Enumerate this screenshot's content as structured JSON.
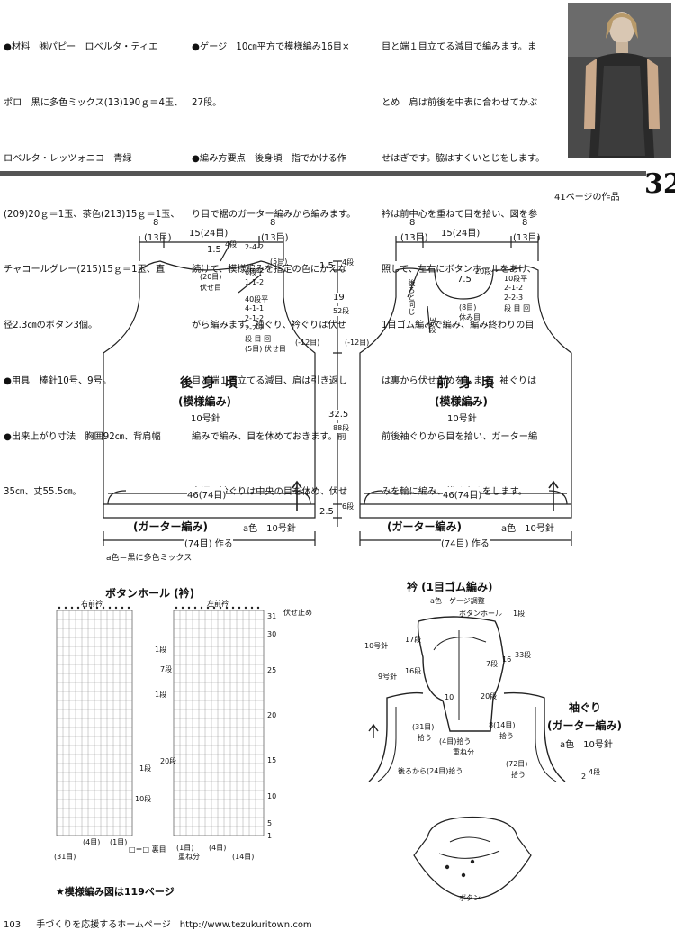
{
  "intro": {
    "col1": [
      "●材料　㈱パピー　ロベルタ・ティエ",
      "ポロ　黒に多色ミックス(13)190ｇ＝4玉、",
      "ロベルタ・レッツォニコ　青緑",
      "(209)20ｇ＝1玉、茶色(213)15ｇ＝1玉、",
      "チャコールグレー(215)15ｇ＝1玉、直",
      "径2.3㎝のボタン3個。",
      "●用具　棒針10号、9号。",
      "●出来上がり寸法　胸囲92㎝、背肩幅",
      "35㎝、丈55.5㎝。"
    ],
    "col2": [
      "●ゲージ　10㎝平方で模様編み16目×",
      "27段。",
      "●編み方要点　後身頃　指でかける作",
      "り目で裾のガーター編みから編みます。",
      "続けて、模様編みを指定の色にかえな",
      "がら編みます。袖ぐり、衿ぐりは伏せ",
      "目と端１目立てる減目、肩は引き返し",
      "編みで編み、目を休めておきます。前",
      "身頃　衿ぐりは中央の目を休め、伏せ"
    ],
    "col3": [
      "目と端１目立てる減目で編みます。ま",
      "とめ　肩は前後を中表に合わせてかぶ",
      "せはぎです。脇はすくいとじをします。",
      "衿は前中心を重ねて目を拾い、図を参",
      "照して、左右にボタンホールをあけ、",
      "1目ゴム編みで編み、編み終わりの目",
      "は裏から伏せ止めをします。袖ぐりは",
      "前後袖ぐりから目を拾い、ガーター編",
      "みを輪に編み、伏せ止めをします。"
    ]
  },
  "header": {
    "page_number": "32",
    "reference": "41ページの作品"
  },
  "back": {
    "title": "後 身 頃",
    "subtitle": "(模様編み)",
    "needle": "10号針",
    "shoulder": "8",
    "shoulder_sts": "(13目)",
    "neck": "15(24目)",
    "shoulder_r": "8",
    "shoulder_r_sts": "(13目)",
    "neck_h": "1.5",
    "neck_rows": "4段",
    "neck_dec": "2-4-2",
    "neck_dec2": "(5目)",
    "bind_center": "(20目)",
    "bind_center2": "伏せ目",
    "dec_a": "6段平",
    "dec_b": "1-1-2",
    "arm_dec": [
      "40段平",
      "4-1-1",
      "2-1-2",
      "2-2-2",
      "段 目 回",
      "(5目) 伏せ目"
    ],
    "arm_side": "(-12目)",
    "width": "46(74目)",
    "garter": "(ガーター編み)",
    "garter_color": "a色　10号針",
    "cast_on": "(74目) 作る",
    "color_note": "a色＝黒に多色ミックス"
  },
  "center_dims": {
    "top": "1.5",
    "top_rows": "4段",
    "arm": "19",
    "arm_rows": "52段",
    "body": "32.5",
    "body_rows": "88段",
    "hem": "2.5",
    "hem_rows": "6段"
  },
  "front": {
    "title": "前 身 頃",
    "subtitle": "(模様編み)",
    "needle": "10号針",
    "shoulder": "8",
    "shoulder_sts": "(13目)",
    "neck": "15(24目)",
    "shoulder_r": "8",
    "shoulder_r_sts": "(13目)",
    "neck_h": "7.5",
    "neck_rows": "20段",
    "neck_dec": [
      "10段平",
      "2-1-2",
      "2-2-3",
      "段 目 回"
    ],
    "hold": "(8目)",
    "hold2": "休み目",
    "same": "後ろと同じ",
    "front_rows": "36段",
    "arm_side": "(-12目)",
    "width": "46(74目)",
    "garter": "(ガーター編み)",
    "garter_color": "a色　10号針",
    "cast_on": "(74目) 作る"
  },
  "buttonhole": {
    "title": "ボタンホール (衿)",
    "right": "右前衿",
    "left": "左前衿",
    "bind_off": "伏せ止め",
    "row_nums": [
      "31",
      "30",
      "25",
      "20",
      "15",
      "10",
      "5",
      "1"
    ],
    "marks": [
      "1段",
      "7段",
      "1段",
      "1段",
      "20段",
      "10段"
    ],
    "bottom": [
      "(1目)",
      "(4目)",
      "(31目)",
      "(1目)",
      "(4目)",
      "(14目)"
    ],
    "legend": "□＝□ 裏目",
    "overlap": "重ね分",
    "note": "★模様編み図は119ページ"
  },
  "collar": {
    "title": "衿 (1目ゴム編み)",
    "color": "a色　ゲージ調整",
    "buttonhole": "ボタンホール",
    "r1": "1段",
    "n10": "10号針",
    "rows17": "17段",
    "n9": "9号針",
    "rows16": "16段",
    "r7": "7段",
    "r16": "16",
    "r33": "33段",
    "p10": "10",
    "r20": "20段",
    "p8": "8(14目)",
    "pick": "拾う",
    "p31": "(31目)",
    "pick2": "拾う",
    "p4": "(4目)拾う",
    "overlap": "重ね分",
    "back_pick": "後ろから(24目)拾う",
    "sleeve_title": "袖ぐり",
    "sleeve_sub": "(ガーター編み)",
    "sleeve_color": "a色　10号針",
    "p72": "(72目)",
    "p72b": "拾う",
    "h2": "2",
    "h2r": "4段",
    "button": "ボタン"
  },
  "footer": {
    "page": "103",
    "site": "手づくりを応援するホームページ　http://www.tezukuritown.com"
  }
}
